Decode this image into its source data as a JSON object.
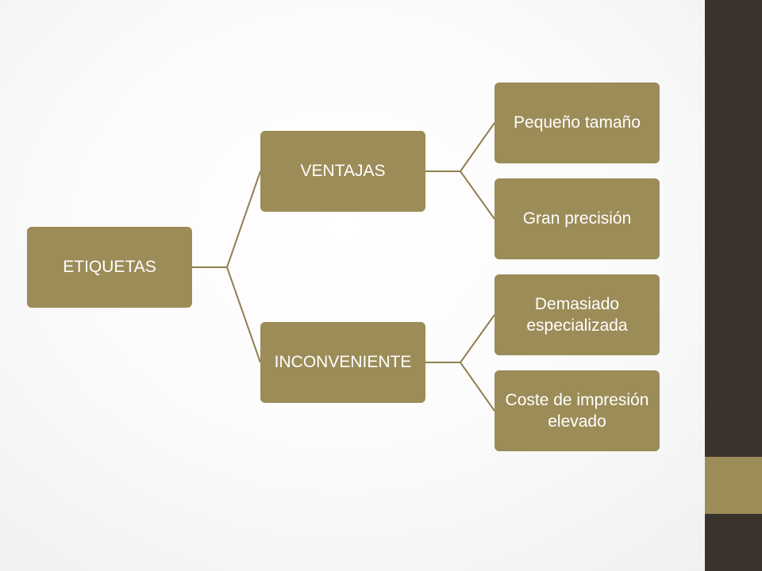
{
  "diagram": {
    "root": {
      "label": "ETIQUETAS",
      "children": [
        {
          "label": "VENTAJAS",
          "children": [
            {
              "label": "Pequeño tamaño"
            },
            {
              "label": "Gran precisión"
            }
          ]
        },
        {
          "label": "INCONVENIENTE",
          "children": [
            {
              "label": "Demasiado especializada"
            },
            {
              "label": "Coste de impresión elevado"
            }
          ]
        }
      ]
    },
    "colors": {
      "node_fill": "#9c8c58",
      "connector": "#8f7f4f",
      "side_bar": "#3a322d",
      "side_accent": "#9c8c58",
      "text": "#ffffff"
    }
  }
}
